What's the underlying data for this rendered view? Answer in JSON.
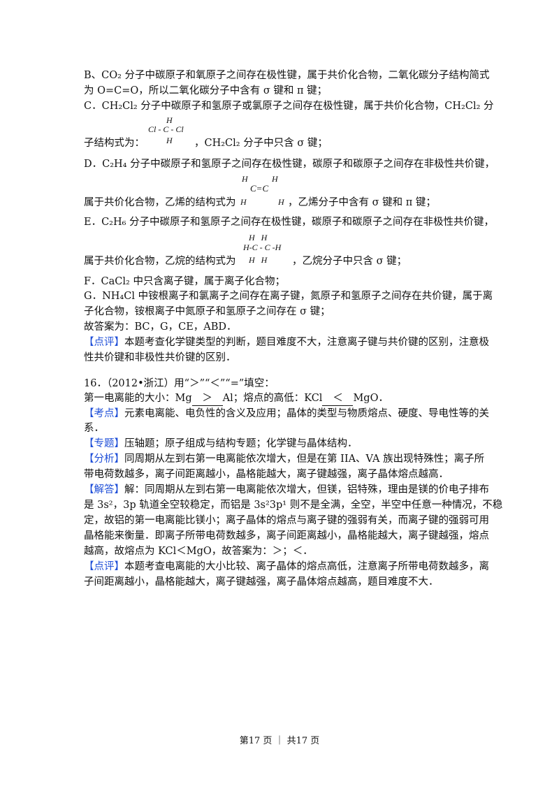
{
  "lines": {
    "b1": "B、CO₂ 分子中碳原子和氧原子之间存在极性键，属于共价化合物，二氧化碳分子结构简式",
    "b2": "为 O=C=O，所以二氧化碳分子中含有 σ 键和 π 键；",
    "c1": "C．CH₂Cl₂ 分子中碳原子和氢原子或氯原子之间存在极性键，属于共价化合物，CH₂Cl₂ 分",
    "c2a": "子结构式为：",
    "c2b": "，CH₂Cl₂ 分子中只含 σ 键；",
    "d1": "D．C₂H₄ 分子中碳原子和氢原子之间存在极性键，碳原子和碳原子之间存在非极性共价键，",
    "d2a": "属于共价化合物，乙烯的结构式为",
    "d2b": "，乙烯分子中含有 σ 键和 π 键；",
    "e1": "E．C₂H₆ 分子中碳原子和氢原子之间存在极性键，碳原子和碳原子之间存在非极性共价键，",
    "e2a": "属于共价化合物，乙烷的结构式为",
    "e2b": "，乙烷分子中只含 σ 键；",
    "f1": "F．CaCl₂ 中只含离子键，属于离子化合物；",
    "g1": "G．NH₄Cl 中铵根离子和氯离子之间存在离子键，氮原子和氢原子之间存在共价键，属于离",
    "g2": "子化合物，铵根离子中氮原子和氢原子之间存在 σ 键；",
    "ans": "故答案为：BC，G，CE，ABD．",
    "p1_tag": "【点评】",
    "p1a": "本题考查化学键类型的判断，题目难度不大，注意离子键与共价键的区别，注意极",
    "p1b": "性共价键和非极性共价键的区别．"
  },
  "molecules": {
    "ch2cl2": {
      "top": "H",
      "mid": "Cl - C - Cl",
      "bottom": "H"
    },
    "ethene": {
      "tl": "H",
      "tr": "H",
      "mid": "C=C",
      "bl": "H",
      "br": "H"
    },
    "ethane": {
      "top": "H   H",
      "mid": "H-C - C -H",
      "bottom": "H   H"
    }
  },
  "q16": {
    "title": "16．（2012•浙江）用“＞”“＜”“=”填空：",
    "q_a": "第一电离能的大小：Mg",
    "blank1": "＞",
    "q_b": "Al；熔点的高低：KCl",
    "blank2": "＜",
    "q_c": "MgO．",
    "kd_tag": "【考点】",
    "kd1": "元素电离能、电负性的含义及应用；晶体的类型与物质熔点、硬度、导电性等的关",
    "kd2": "系．",
    "zt_tag": "【专题】",
    "zt": "压轴题；原子组成与结构专题；化学键与晶体结构．",
    "fx_tag": "【分析】",
    "fx1": "同周期从左到右第一电离能依次增大，但是在第 IIA、VA 族出现特殊性；离子所",
    "fx2": "带电荷数越多，离子间距离越小，晶格能越大，离子键越强，离子晶体熔点越高．",
    "jd_tag": "【解答】",
    "jd1": "解：同周期从左到右第一电离能依次增大，但镁，铝特殊，理由是镁的价电子排布",
    "jd2": "是 3s²，3p 轨道全空较稳定，而铝是 3s²3p¹ 则不是全满，全空，半空中任意一种情况，不稳",
    "jd3": "定，故铝的第一电离能比镁小；离子晶体的熔点与离子键的强弱有关，而离子键的强弱可用",
    "jd4": "晶格能来衡量．即离子所带电荷数越多，离子间距离越小，晶格能越大，离子键越强，熔点",
    "jd5": "越高，故熔点为 KCl＜MgO，故答案为：＞；＜．",
    "dp_tag": "【点评】",
    "dp1": "本题考查电离能的大小比较、离子晶体的熔点高低，注意离子所带电荷数越多，离",
    "dp2": "子间距离越小，晶格能越大，离子键越强，离子晶体熔点越高，题目难度不大．"
  },
  "footer": "第17 页 ｜ 共17 页",
  "colors": {
    "tag": "#1f4fd8",
    "text": "#111111"
  }
}
